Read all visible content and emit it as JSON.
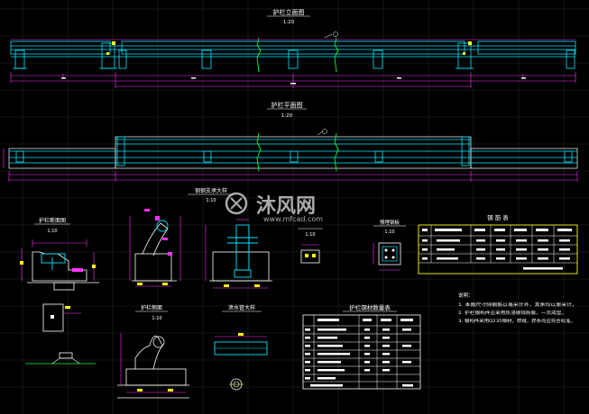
{
  "drawing": {
    "elevation_title": "护栏立面图",
    "elevation_scale": "1:20",
    "plan_title": "护栏平面图",
    "plan_scale": "1:20",
    "detail_large_title": "钢钢支承大样",
    "detail_large_scale": "1:10",
    "section_title": "护栏断面图",
    "section_scale": "1:10",
    "small_detail_scale": "1:10",
    "anchor_title": "预埋钢板",
    "anchor_scale": "1:10",
    "side_title": "护栏侧面",
    "side_scale": "1:10",
    "drain_title": "泄水管大样",
    "quantity_title": "护栏钢材数量表",
    "steel_table_title": "钢 筋 表",
    "notes_title": "说明：",
    "notes": [
      "1. 本图尺寸除钢筋以毫米计外，其余均以厘米计。",
      "2. 护栏钢构件应采用热浸镀锌防腐，一次成型。",
      "3. 钢构件采用Q235钢材，焊缝，焊条均应符合标准。"
    ]
  },
  "watermark": {
    "brand_cn": "沐风网",
    "url": "www.mfcad.com"
  },
  "colors": {
    "background": "#000000",
    "rail": "#00e5ff",
    "dimension": "#ff33ff",
    "text": "#ffffff",
    "accent": "#ffff00",
    "break_line": "#00ff33",
    "grid": "#2a2a2a",
    "watermark": "#c8c8c8"
  }
}
